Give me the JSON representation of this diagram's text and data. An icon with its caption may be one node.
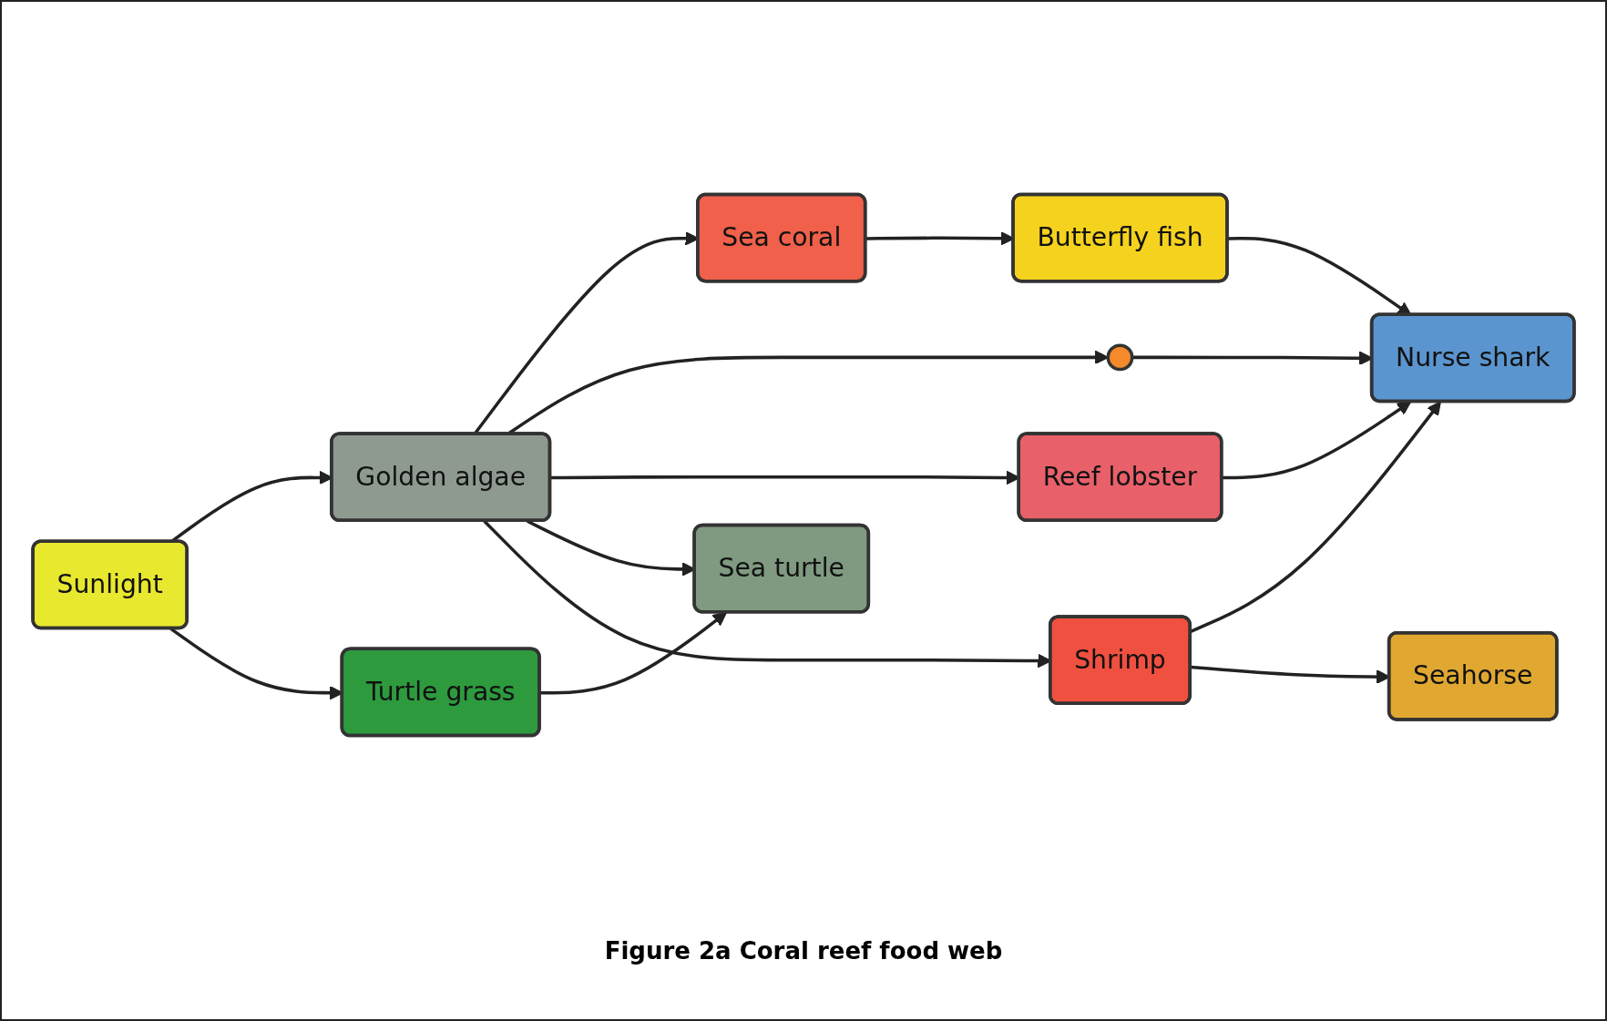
{
  "diagram": {
    "caption": "Figure 2a Coral reef food web",
    "nodes": [
      {
        "text": [
          "Sunlight"
        ]
      },
      {
        "text": [
          "Golden algae"
        ]
      },
      {
        "text": [
          "Turtle grass"
        ]
      },
      {
        "text": [
          "Sea coral"
        ]
      },
      {
        "text": [
          "Butterfly fish"
        ]
      },
      {
        "text": [
          "Nurse shark"
        ]
      },
      {
        "text": [],
        "shape": "circle"
      },
      {
        "text": [
          "Reef lobster"
        ]
      },
      {
        "text": [
          "Sea turtle"
        ]
      },
      {
        "text": [
          "Shrimp"
        ]
      },
      {
        "text": [
          "Seahorse"
        ]
      }
    ],
    "edges": [
      {
        "from": 0,
        "to": 1,
        "arrow": "to"
      },
      {
        "from": 0,
        "to": 2,
        "arrow": "to"
      },
      {
        "from": 1,
        "to": 3,
        "arrow": "to"
      },
      {
        "from": 1,
        "to": 6,
        "arrow": "to"
      },
      {
        "from": 1,
        "to": 7,
        "arrow": "to"
      },
      {
        "from": 1,
        "to": 8,
        "arrow": "to"
      },
      {
        "from": 1,
        "to": 9,
        "arrow": "to"
      },
      {
        "from": 2,
        "to": 8,
        "arrow": "to"
      },
      {
        "from": 3,
        "to": 4,
        "arrow": "to"
      },
      {
        "from": 4,
        "to": 5,
        "arrow": "to"
      },
      {
        "from": 6,
        "to": 5,
        "arrow": "to"
      },
      {
        "from": 7,
        "to": 5,
        "arrow": "to"
      },
      {
        "from": 9,
        "to": 5,
        "arrow": "to"
      },
      {
        "from": 9,
        "to": 10,
        "arrow": "to"
      }
    ]
  }
}
